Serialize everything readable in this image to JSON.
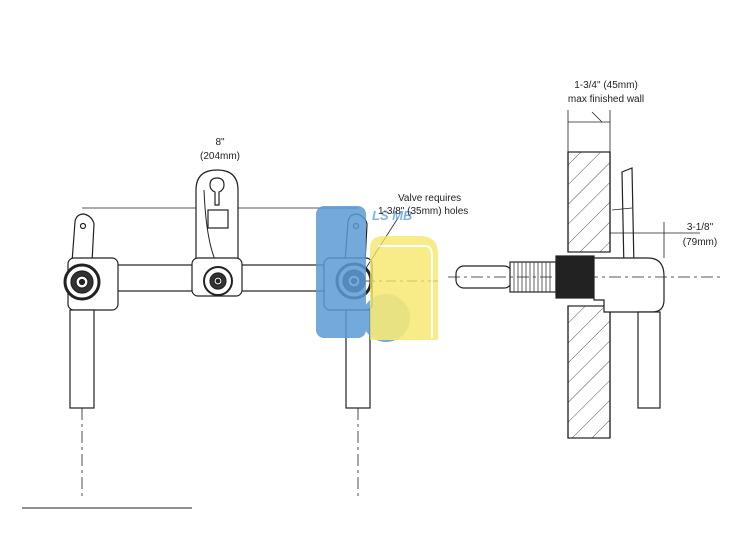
{
  "annotations": {
    "center_spacing": {
      "line1": "8\"",
      "line2": "(204mm)"
    },
    "valve_hole": {
      "line1": "Valve requires",
      "line2": "1-3/8\" (35mm) holes"
    },
    "wall_thickness": {
      "line1": "1-3/4\" (45mm)",
      "line2": "max finished wall"
    },
    "projection": {
      "line1": "3-1/8\"",
      "line2": "(79mm)"
    }
  },
  "watermark": {
    "text": "LS MB"
  },
  "colors": {
    "line": "#222222",
    "hatch": "#555555",
    "watermark_blue": "#5b9bd5",
    "watermark_yellow": "#f5e663"
  }
}
